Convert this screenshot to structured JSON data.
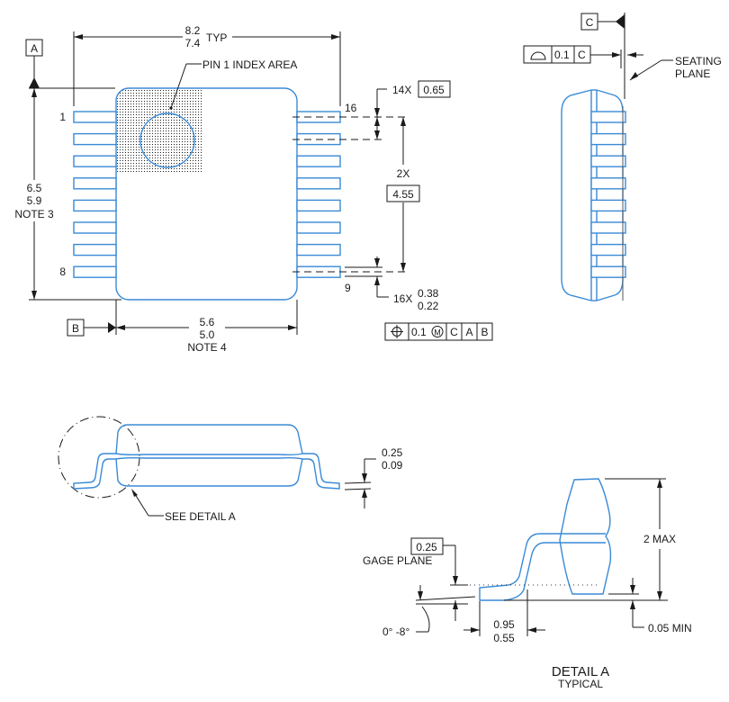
{
  "colors": {
    "outline": "#3a8ad6",
    "ink": "#1a1a1a"
  },
  "top_view": {
    "datum_a": "A",
    "datum_b": "B",
    "overall_width": {
      "max": "8.2",
      "min": "7.4",
      "suffix": "TYP"
    },
    "pin1_label": "PIN 1 INDEX AREA",
    "pin_labels": {
      "first": "1",
      "left_last": "8",
      "right_first": "9",
      "last": "16"
    },
    "pin_count_per_side": 8,
    "body_length": {
      "max": "6.5",
      "min": "5.9",
      "note": "NOTE 3"
    },
    "body_width": {
      "max": "5.6",
      "min": "5.0",
      "note": "NOTE 4"
    },
    "pitch": {
      "qty": "14X",
      "value": "0.65"
    },
    "row_span": {
      "qty": "2X",
      "value": "4.55"
    },
    "lead_width": {
      "qty": "16X",
      "max": "0.38",
      "min": "0.22"
    },
    "position_tolerance": {
      "symbol": "⌖",
      "value": "0.1",
      "modifier": "Ⓜ",
      "datums": [
        "C",
        "A",
        "B"
      ]
    }
  },
  "side_view": {
    "datum_c": "C",
    "coplanarity": {
      "symbol": "profile",
      "value": "0.1",
      "datum": "C"
    },
    "seating_plane_label": [
      "SEATING",
      "PLANE"
    ]
  },
  "front_view": {
    "see_detail": "SEE DETAIL  A",
    "lead_thickness": {
      "max": "0.25",
      "min": "0.09"
    }
  },
  "detail_a": {
    "gage_value": "0.25",
    "gage_label": "GAGE PLANE",
    "angle": "0° -8°",
    "foot_length": {
      "max": "0.95",
      "min": "0.55"
    },
    "height": "2 MAX",
    "standoff": "0.05 MIN",
    "title": "DETAIL A",
    "subtitle": "TYPICAL"
  }
}
